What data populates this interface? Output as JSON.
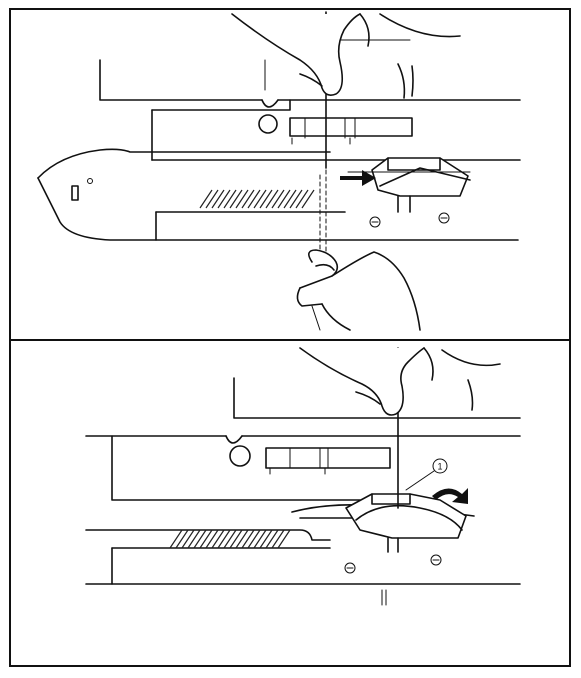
{
  "figure": {
    "panels": [
      {
        "id": "top",
        "marker": ""
      },
      {
        "id": "bottom",
        "marker": "1"
      }
    ]
  }
}
